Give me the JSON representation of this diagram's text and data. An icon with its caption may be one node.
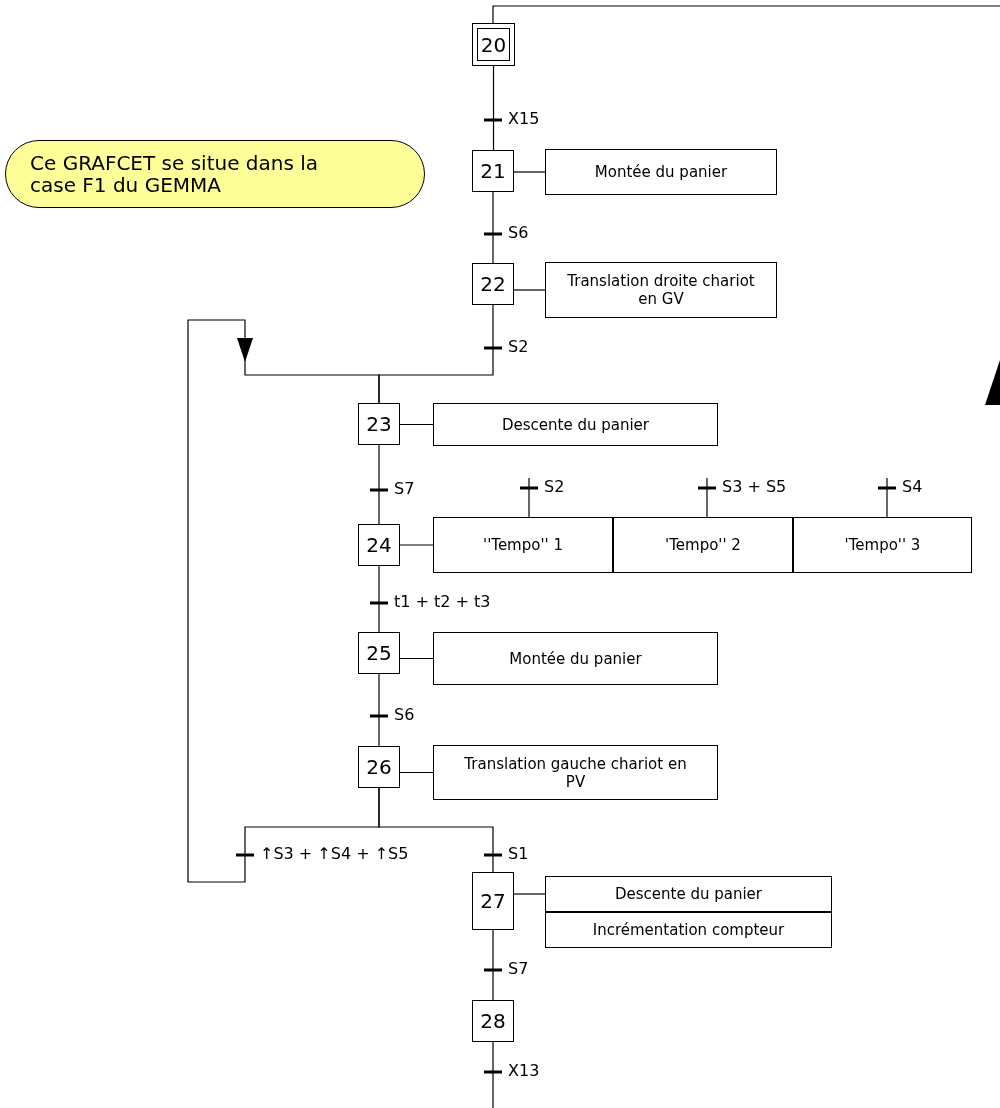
{
  "diagram": {
    "nodes": [
      {
        "text": [
          "Ce GRAFCET se situe dans la case F1 du GEMMA"
        ]
      },
      {
        "text": [
          "20"
        ]
      },
      {
        "text": [
          "21"
        ]
      },
      {
        "text": [
          "Montée du panier"
        ]
      },
      {
        "text": [
          "22"
        ]
      },
      {
        "text": [
          "Translation droite chariot en GV"
        ]
      },
      {
        "text": [
          "23"
        ]
      },
      {
        "text": [
          "Descente du panier"
        ]
      },
      {
        "text": [
          "24"
        ]
      },
      {
        "text": [
          "''Tempo'' 1"
        ]
      },
      {
        "text": [
          "'Tempo'' 2"
        ]
      },
      {
        "text": [
          "'Tempo'' 3"
        ]
      },
      {
        "text": [
          "25"
        ]
      },
      {
        "text": [
          "Montée du panier"
        ]
      },
      {
        "text": [
          "26"
        ]
      },
      {
        "text": [
          "Translation gauche chariot en PV"
        ]
      },
      {
        "text": [
          "27"
        ]
      },
      {
        "text": [
          "Descente du panier"
        ]
      },
      {
        "text": [
          "Incrémentation compteur"
        ]
      },
      {
        "text": [
          "28"
        ]
      }
    ],
    "edges": [
      {
        "from": null,
        "to": 1,
        "arrow": "none"
      },
      {
        "from": 1,
        "to": 2,
        "arrow": "none",
        "label": "X15"
      },
      {
        "from": 2,
        "to": 3,
        "arrow": "none"
      },
      {
        "from": 2,
        "to": 4,
        "arrow": "none",
        "label": "S6"
      },
      {
        "from": 4,
        "to": 5,
        "arrow": "none"
      },
      {
        "from": 4,
        "to": 6,
        "arrow": "none",
        "label": "S2"
      },
      {
        "from": 6,
        "to": 7,
        "arrow": "none"
      },
      {
        "from": 6,
        "to": 8,
        "arrow": "none",
        "label": "S7"
      },
      {
        "from": 8,
        "to": 9,
        "arrow": "none"
      },
      {
        "from": null,
        "to": 9,
        "arrow": "none",
        "label": "S2"
      },
      {
        "from": null,
        "to": 10,
        "arrow": "none",
        "label": "S3 + S5"
      },
      {
        "from": null,
        "to": 11,
        "arrow": "none",
        "label": "S4"
      },
      {
        "from": 8,
        "to": 12,
        "arrow": "none",
        "label": "t1 + t2 + t3"
      },
      {
        "from": 12,
        "to": 13,
        "arrow": "none"
      },
      {
        "from": 12,
        "to": 14,
        "arrow": "none",
        "label": "S6"
      },
      {
        "from": 14,
        "to": 15,
        "arrow": "none"
      },
      {
        "from": 14,
        "to": 6,
        "arrow": "to",
        "label": "↑S3 + ↑S4 + ↑S5"
      },
      {
        "from": 14,
        "to": 16,
        "arrow": "none",
        "label": "S1"
      },
      {
        "from": 16,
        "to": 17,
        "arrow": "none"
      },
      {
        "from": 16,
        "to": 19,
        "arrow": "none",
        "label": "S7"
      },
      {
        "from": 19,
        "to": null,
        "arrow": "none",
        "label": "X13"
      }
    ]
  }
}
